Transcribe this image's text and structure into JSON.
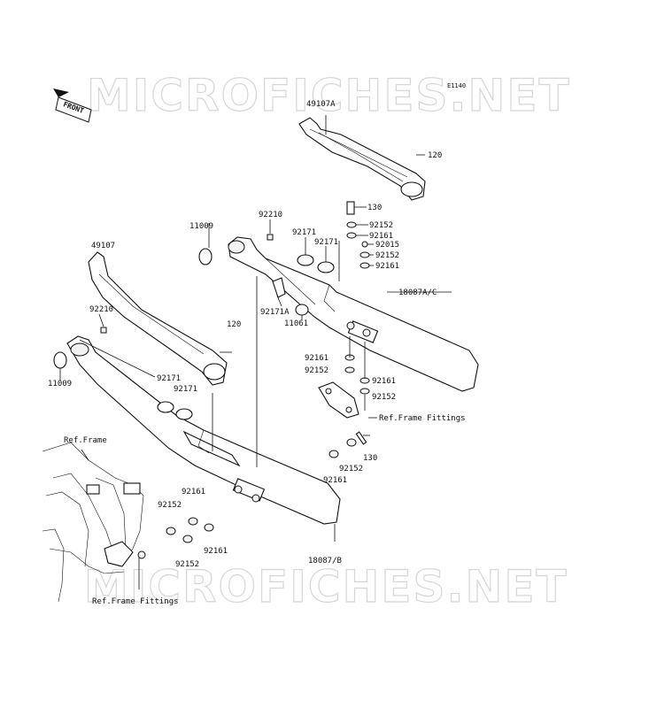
{
  "diagram_id": "E1140",
  "watermark": "MICROFICHES.NET",
  "front_tag": "FRONT",
  "labels": {
    "l49107A": "49107A",
    "l120a": "120",
    "l130a": "130",
    "l92152a": "92152",
    "l92161a": "92161",
    "l92015": "92015",
    "l92152b": "92152",
    "l92161b": "92161",
    "l92210a": "92210",
    "l11009a": "11009",
    "l92171a": "92171",
    "l92171b": "92171",
    "l18087AC": "18087A/C",
    "l92171A": "92171A",
    "l11061": "11061",
    "l49107": "49107",
    "l92210b": "92210",
    "l120b": "120",
    "l11009b": "11009",
    "l92161c": "92161",
    "l92152c": "92152",
    "l92161d": "92161",
    "l92152d": "92152",
    "refFrameFittingsA": "Ref.Frame Fittings",
    "l92171c": "92171",
    "l92171d": "92171",
    "refFrame": "Ref.Frame",
    "l130b": "130",
    "l92152e": "92152",
    "l92161e": "92161",
    "l92161f": "92161",
    "l92152f": "92152",
    "l92161g": "92161",
    "l92152g": "92152",
    "l18087B": "18087/B",
    "refFrameFittingsB": "Ref.Frame Fittings"
  }
}
